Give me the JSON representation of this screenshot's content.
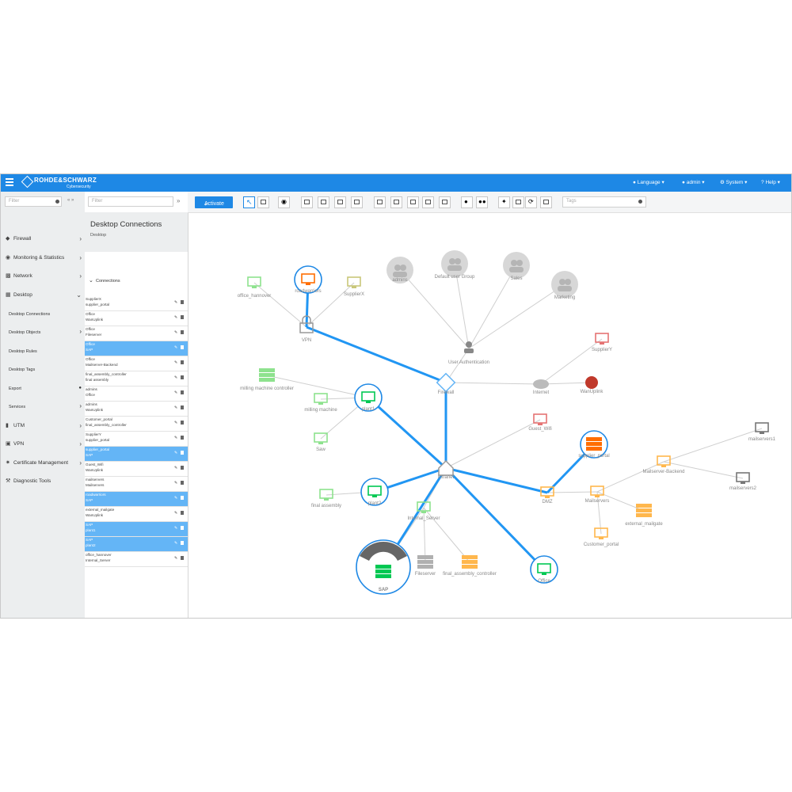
{
  "topbar": {
    "brand": "ROHDE&SCHWARZ",
    "brand_sub": "Cybersecurity",
    "language": "Language",
    "user": "admin",
    "system": "System",
    "help": "Help"
  },
  "sidebar": {
    "filter_placeholder": "Filter",
    "collapse_icons": "« »",
    "items": [
      {
        "label": "Firewall",
        "icon": "firewall-icon"
      },
      {
        "label": "Monitoring & Statistics",
        "icon": "eye-icon"
      },
      {
        "label": "Network",
        "icon": "network-icon"
      },
      {
        "label": "Desktop",
        "icon": "desktop-icon",
        "expanded": true
      }
    ],
    "desktop_sub": [
      "Desktop Connections",
      "Desktop Objects",
      "Desktop Rules",
      "Desktop Tags",
      "Export",
      "Services"
    ],
    "lower_items": [
      {
        "label": "UTM",
        "icon": "shield-icon"
      },
      {
        "label": "VPN",
        "icon": "lock-icon"
      },
      {
        "label": "Certificate Management",
        "icon": "certificate-icon"
      },
      {
        "label": "Diagnostic Tools",
        "icon": "wrench-icon"
      }
    ]
  },
  "midpanel": {
    "filter_placeholder": "Filter",
    "title": "Desktop Connections",
    "subtitle": "Desktop",
    "connections_label": "Connections",
    "rows": [
      {
        "a": "SupplierX",
        "b": "supplier_portal",
        "selected": false
      },
      {
        "a": "Office",
        "b": "WanUplink",
        "selected": false
      },
      {
        "a": "Office",
        "b": "Fileserver",
        "selected": false
      },
      {
        "a": "Office",
        "b": "SAP",
        "selected": true
      },
      {
        "a": "Office",
        "b": "Mailserver-Backend",
        "selected": false
      },
      {
        "a": "final_assembly_controller",
        "b": "final assembly",
        "selected": false
      },
      {
        "a": "admins",
        "b": "Office",
        "selected": false
      },
      {
        "a": "admins",
        "b": "WanUplink",
        "selected": false
      },
      {
        "a": "Customer_portal",
        "b": "final_assembly_controller",
        "selected": false
      },
      {
        "a": "SupplierY",
        "b": "supplier_portal",
        "selected": false
      },
      {
        "a": "supplier_portal",
        "b": "SAP",
        "selected": true
      },
      {
        "a": "Guest_Wifi",
        "b": "WanUplink",
        "selected": false
      },
      {
        "a": "mailservers",
        "b": "Mailservers",
        "selected": false
      },
      {
        "a": "roadwarriors",
        "b": "SAP",
        "selected": true
      },
      {
        "a": "external_mailgate",
        "b": "WanUplink",
        "selected": false
      },
      {
        "a": "SAP",
        "b": "plant1",
        "selected": true
      },
      {
        "a": "SAP",
        "b": "plant2",
        "selected": true
      },
      {
        "a": "office_hannover",
        "b": "Internal_Server",
        "selected": false
      }
    ]
  },
  "toolbar": {
    "activate": "Activate",
    "tags_placeholder": "Tags"
  },
  "graph": {
    "nodes": {
      "office_hannover": "office_hannover",
      "roadwarriors": "roadwarriors",
      "supplierx": "SupplierX",
      "vpn": "VPN",
      "admins": "admins",
      "default_group": "Default user Group",
      "sales": "Sales",
      "marketing": "Marketing",
      "user_auth": "User Authentication",
      "suppliery": "SupplierY",
      "milling_controller": "milling machine controller",
      "firewall": "Firewall",
      "internet": "Internet",
      "wanuplink": "WanUplink",
      "milling_machine": "milling machine",
      "plant1": "plant1",
      "saw": "Saw",
      "guest_wifi": "Guest_Wifi",
      "supplier_portal": "supplier_portal",
      "mailservers1": "mailservers1",
      "intranet": "Intranet",
      "mailserver_backend": "Mailserver-Backend",
      "final_assembly": "final assembly",
      "plant2": "plant2",
      "dmz": "DMZ",
      "mailservers": "Mailservers",
      "mailservers2": "mailservers2",
      "internal_server": "Internal_Server",
      "external_mailgate": "external_mailgate",
      "customer_portal": "Customer_portal",
      "sap": "SAP",
      "fileserver": "Fileserver",
      "final_assembly_controller": "final_assembly_controller",
      "office": "Office"
    }
  }
}
